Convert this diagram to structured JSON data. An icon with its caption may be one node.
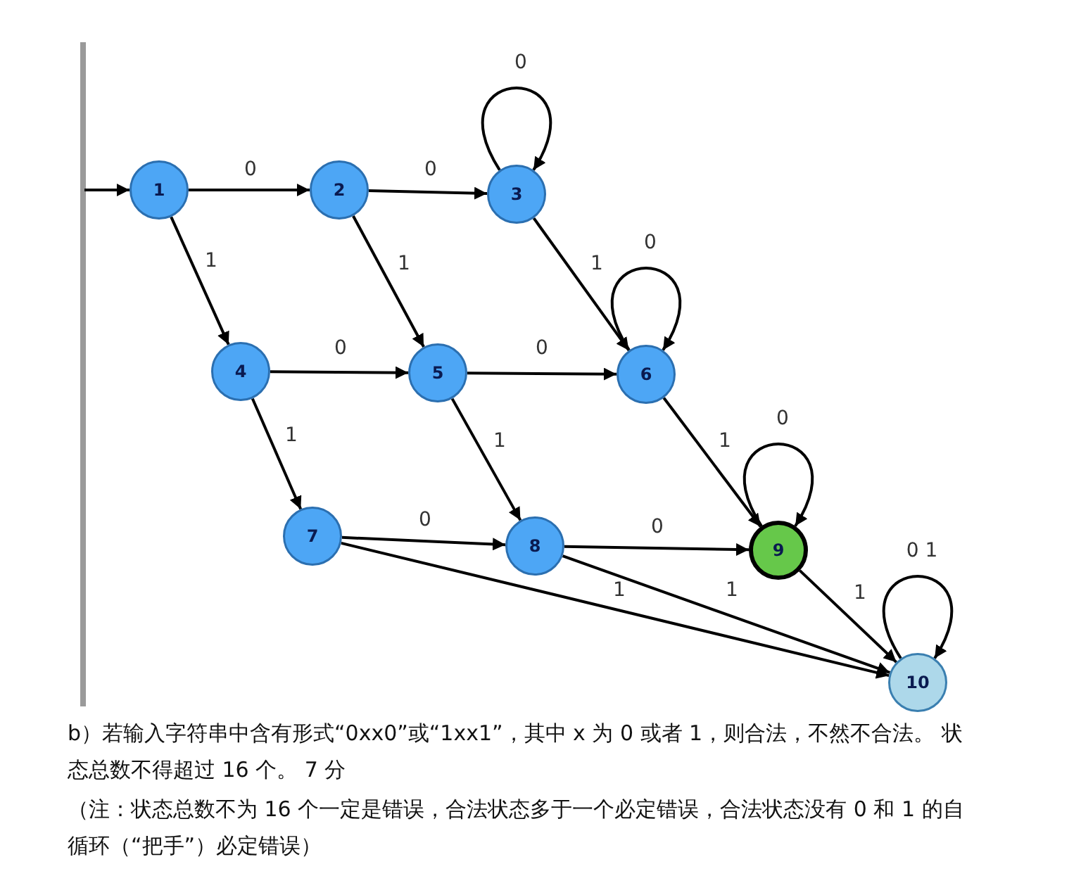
{
  "diagram": {
    "nodes": [
      {
        "text": [
          "1"
        ]
      },
      {
        "text": [
          "2"
        ]
      },
      {
        "text": [
          "3"
        ]
      },
      {
        "text": [
          "4"
        ]
      },
      {
        "text": [
          "5"
        ]
      },
      {
        "text": [
          "6"
        ]
      },
      {
        "text": [
          "7"
        ]
      },
      {
        "text": [
          "8"
        ]
      },
      {
        "text": [
          "9"
        ]
      },
      {
        "text": [
          "10"
        ]
      }
    ],
    "edges": [
      {
        "from": null,
        "to": 0,
        "arrow": "to"
      },
      {
        "from": 0,
        "to": 1,
        "arrow": "to",
        "label": "0"
      },
      {
        "from": 1,
        "to": 2,
        "arrow": "to",
        "label": "0"
      },
      {
        "from": 2,
        "to": 2,
        "arrow": "to",
        "label": "0"
      },
      {
        "from": 0,
        "to": 3,
        "arrow": "to",
        "label": "1"
      },
      {
        "from": 1,
        "to": 4,
        "arrow": "to",
        "label": "1"
      },
      {
        "from": 2,
        "to": 5,
        "arrow": "to",
        "label": "1"
      },
      {
        "from": 3,
        "to": 4,
        "arrow": "to",
        "label": "0"
      },
      {
        "from": 4,
        "to": 5,
        "arrow": "to",
        "label": "0"
      },
      {
        "from": 5,
        "to": 5,
        "arrow": "to",
        "label": "0"
      },
      {
        "from": 3,
        "to": 6,
        "arrow": "to",
        "label": "1"
      },
      {
        "from": 4,
        "to": 7,
        "arrow": "to",
        "label": "1"
      },
      {
        "from": 5,
        "to": 8,
        "arrow": "to",
        "label": "1"
      },
      {
        "from": 6,
        "to": 7,
        "arrow": "to",
        "label": "0"
      },
      {
        "from": 7,
        "to": 8,
        "arrow": "to",
        "label": "0"
      },
      {
        "from": 8,
        "to": 8,
        "arrow": "to",
        "label": "0"
      },
      {
        "from": 6,
        "to": 9,
        "arrow": "to",
        "label": "1"
      },
      {
        "from": 7,
        "to": 9,
        "arrow": "to",
        "label": "1"
      },
      {
        "from": 8,
        "to": 9,
        "arrow": "to",
        "label": "1"
      },
      {
        "from": 9,
        "to": 9,
        "arrow": "to",
        "label": "0 1"
      }
    ],
    "labels": [
      "b）若输入字符串中含有形式“0xx0”或“1xx1”，其中 x 为 0 或者 1，则合法，不然不合法。 状态总数不得超过 16 个。 7 分",
      "（注：状态总数不为 16 个一定是错误，合法状态多于一个必定错误，合法状态没有 0 和 1 的自循环（“把手”）必定错误）"
    ]
  }
}
